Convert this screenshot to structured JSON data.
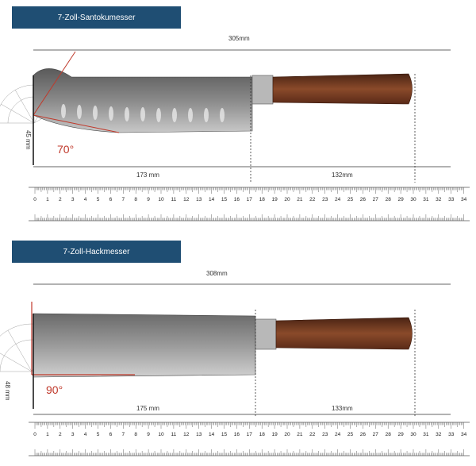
{
  "knife1": {
    "title": "7-Zoll-Santokumesser",
    "total_length": "305mm",
    "blade_length": "173 mm",
    "handle_length": "132mm",
    "blade_height": "45 mm",
    "angle": "70°"
  },
  "knife2": {
    "title": "7-Zoll-Hackmesser",
    "total_length": "308mm",
    "blade_length": "175 mm",
    "handle_length": "133mm",
    "blade_height": "48 mm",
    "angle": "90°"
  },
  "ruler": {
    "top_numbers": [
      "0",
      "1",
      "2",
      "3",
      "4",
      "5",
      "6",
      "7",
      "8",
      "9",
      "10",
      "11",
      "12",
      "13",
      "14",
      "15",
      "16",
      "17",
      "18",
      "19",
      "20",
      "21",
      "22",
      "23",
      "24",
      "25",
      "26",
      "27",
      "28",
      "29",
      "30",
      "31",
      "32",
      "33",
      "34"
    ]
  },
  "colors": {
    "banner": "#1f4e73",
    "angle_red": "#c0392b",
    "handle_brown": "#7a3b22"
  }
}
